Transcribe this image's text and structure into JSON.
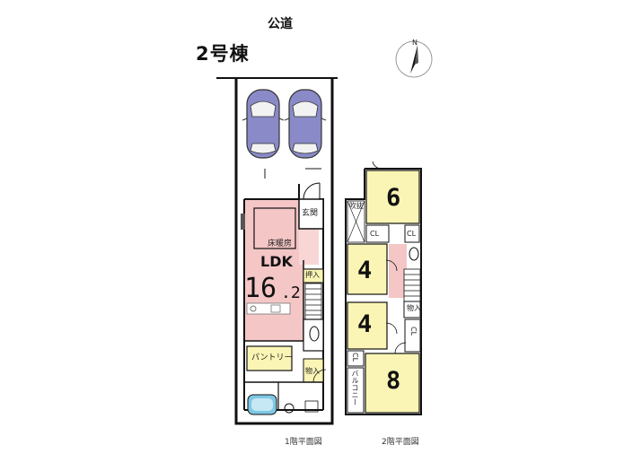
{
  "header": {
    "road": "公道",
    "building": "2号棟",
    "compass": "N"
  },
  "floor1": {
    "caption": "1階平面図",
    "entrance": "玄関",
    "floor_heating": "床暖房",
    "ldk": "LDK",
    "ldk_area_int": "16",
    "ldk_area_dec": ".2",
    "storage1": "押入",
    "pantry": "パントリー",
    "storage2": "物入"
  },
  "floor2": {
    "caption": "2階平面図",
    "void": "吹抜",
    "room_top": "6",
    "room_mid1": "4",
    "room_mid2": "4",
    "room_bottom": "8",
    "closet_a": "CL",
    "closet_b": "CL",
    "closet_c": "CL",
    "closet_d": "CL",
    "storage": "物入",
    "balcony": "バルコニー"
  },
  "colors": {
    "ldk_fill": "#f4c6c6",
    "room_fill": "#fbf5b5",
    "car_fill": "#8a8ac8",
    "wall": "#111111"
  }
}
